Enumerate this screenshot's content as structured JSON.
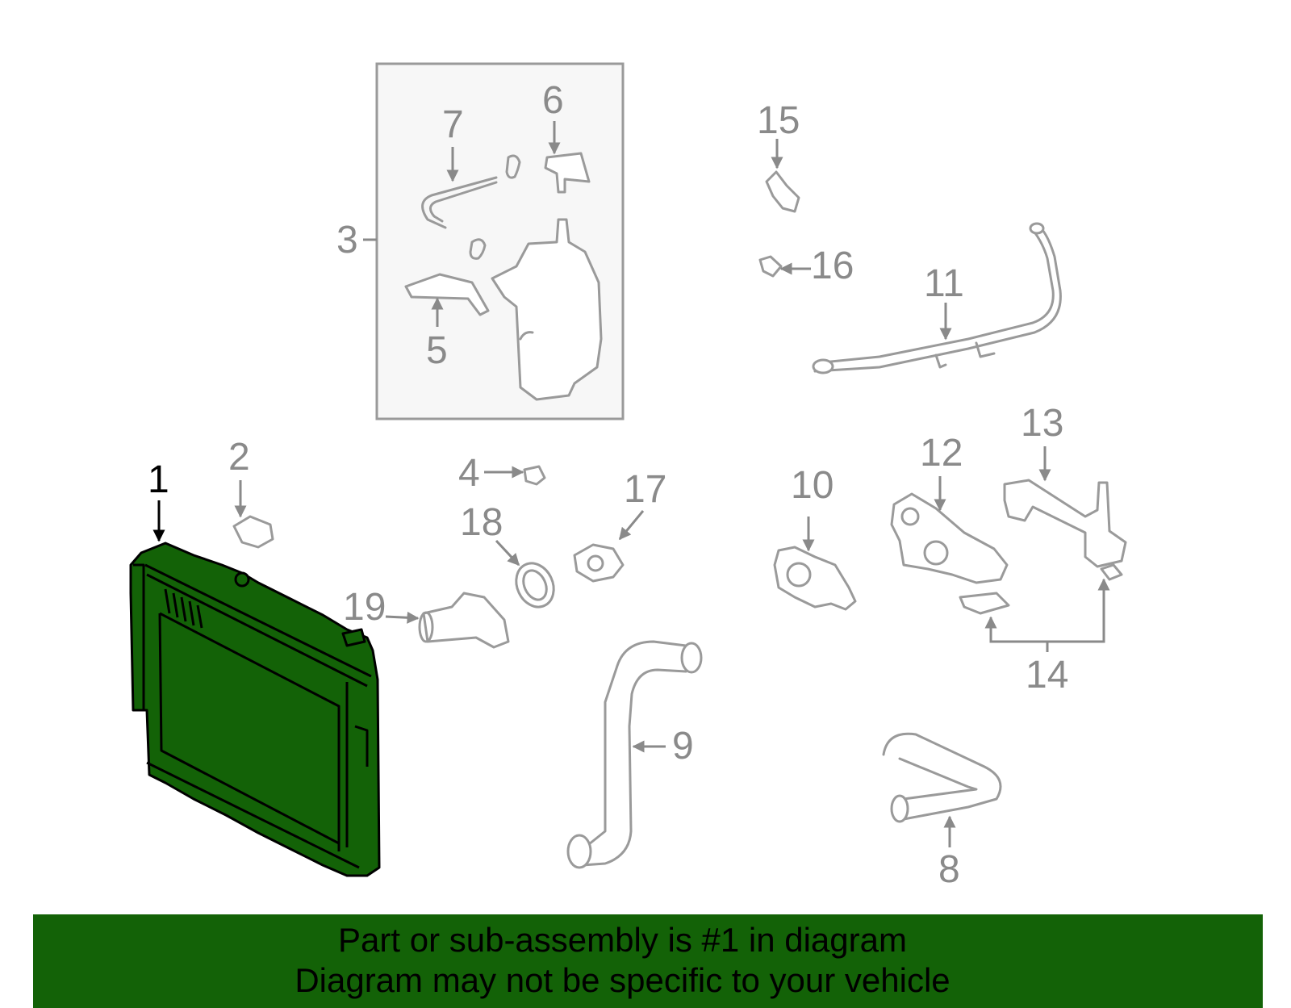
{
  "diagram": {
    "highlight_color": "#136207",
    "line_color": "#9a9a9a",
    "callouts": {
      "c1": "1",
      "c2": "2",
      "c3": "3",
      "c4": "4",
      "c5": "5",
      "c6": "6",
      "c7": "7",
      "c8": "8",
      "c9": "9",
      "c10": "10",
      "c11": "11",
      "c12": "12",
      "c13": "13",
      "c14": "14",
      "c15": "15",
      "c16": "16",
      "c17": "17",
      "c18": "18",
      "c19": "19"
    }
  },
  "footer": {
    "background": "#136207",
    "line1": "Part or sub-assembly is #1 in diagram",
    "line2": "Diagram may not be specific to your vehicle"
  }
}
